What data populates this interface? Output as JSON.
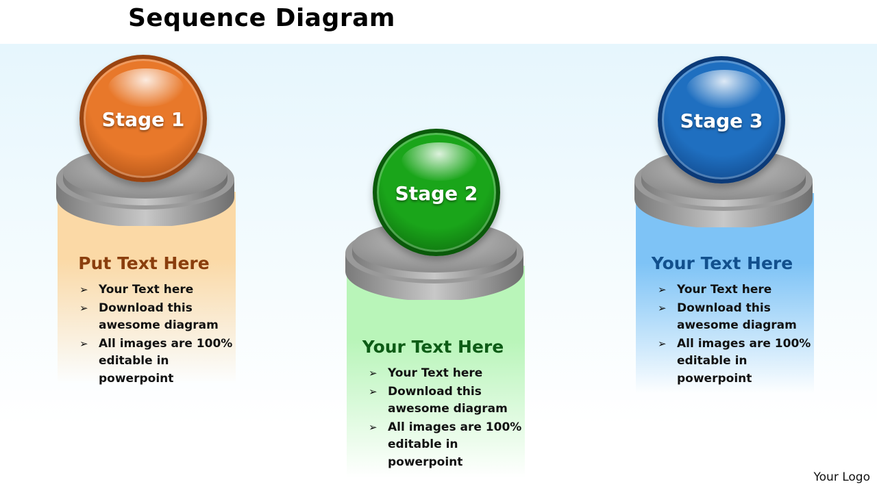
{
  "title": "Sequence Diagram",
  "logo_text": "Your Logo",
  "stages": [
    {
      "label": "Stage 1",
      "heading": "Put Text Here",
      "bullets": [
        "Your Text here",
        "Download  this awesome diagram",
        "All images are 100% editable in powerpoint"
      ],
      "colors": {
        "ball": "#e8782a",
        "ball_dark": "#9a4410",
        "panel": "#fbd9a6",
        "heading": "#8a3e0d"
      }
    },
    {
      "label": "Stage 2",
      "heading": "Your Text Here",
      "bullets": [
        "Your Text here",
        "Download  this awesome diagram",
        "All images are 100% editable in powerpoint"
      ],
      "colors": {
        "ball": "#1aa51a",
        "ball_dark": "#0a5a0a",
        "panel": "#b9f5b9",
        "heading": "#0d5c16"
      }
    },
    {
      "label": "Stage 3",
      "heading": "Your Text Here",
      "bullets": [
        "Your Text here",
        "Download  this awesome diagram",
        "All images are 100% editable in powerpoint"
      ],
      "colors": {
        "ball": "#1f6fc0",
        "ball_dark": "#0b3a78",
        "panel": "#7ec3f6",
        "heading": "#12508d"
      }
    }
  ],
  "bullet_icon": "arrowhead-bullet-icon"
}
